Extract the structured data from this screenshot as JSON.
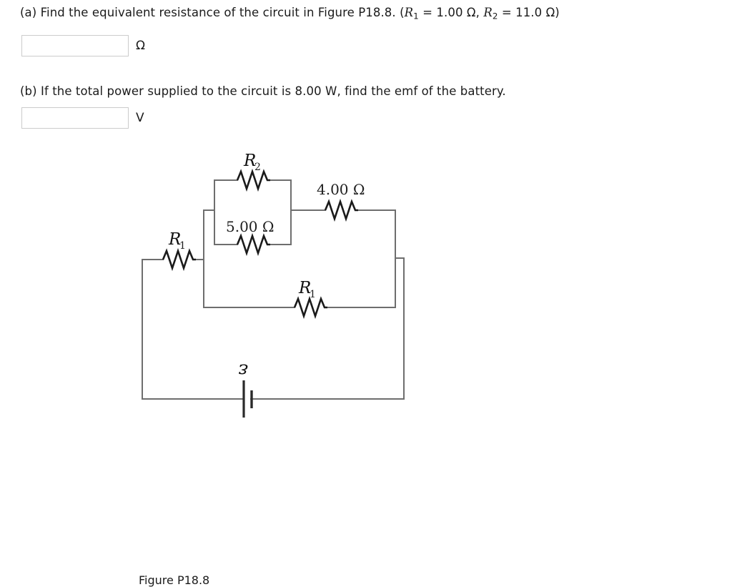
{
  "problem": {
    "part_a": {
      "prefix": "(a) Find the equivalent resistance of the circuit in Figure P18.8. (",
      "r1_symbol": "R",
      "r1_sub": "1",
      "r1_value": " = 1.00 Ω, ",
      "r2_symbol": "R",
      "r2_sub": "2",
      "r2_value": " = 11.0 Ω)",
      "input_value": "",
      "input_placeholder": "",
      "unit": "Ω"
    },
    "part_b": {
      "text": "(b) If the total power supplied to the circuit is 8.00 W, find the emf of the battery.",
      "input_value": "",
      "input_placeholder": "",
      "unit": "V"
    }
  },
  "figure": {
    "caption": "Figure P18.8",
    "labels": {
      "r2_top": "R",
      "r2_top_sub": "2",
      "five_ohm": "5.00 Ω",
      "four_ohm": "4.00 Ω",
      "r1_left": "R",
      "r1_left_sub": "1",
      "r1_bottom": "R",
      "r1_bottom_sub": "1",
      "emf": "ε"
    }
  },
  "circuit_data": {
    "type": "schematic",
    "elements": [
      {
        "name": "R1-left",
        "label": "R1",
        "kind": "resistor",
        "position": "left-series-branch"
      },
      {
        "name": "R2-top",
        "label": "R2",
        "kind": "resistor",
        "position": "parallel-box-top"
      },
      {
        "name": "R-5ohm",
        "label": "5.00 Ω",
        "kind": "resistor",
        "position": "parallel-box-bottom"
      },
      {
        "name": "R-4ohm",
        "label": "4.00 Ω",
        "kind": "resistor",
        "position": "upper-right-branch"
      },
      {
        "name": "R1-bottom",
        "label": "R1",
        "kind": "resistor",
        "position": "lower-middle-branch"
      },
      {
        "name": "battery",
        "label": "ε",
        "kind": "emf-source",
        "position": "bottom-rail"
      }
    ]
  },
  "colors": {
    "wire": "#6e6e6e",
    "resistor": "#1a1a1a",
    "text": "#1b1b1b",
    "input_border": "#cccccc",
    "background": "#ffffff"
  }
}
